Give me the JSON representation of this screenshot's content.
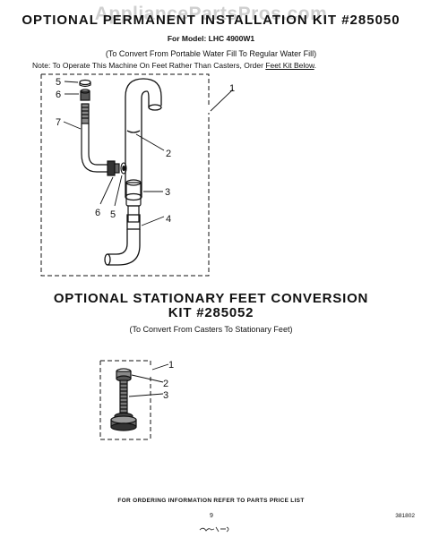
{
  "watermark": "AppliancePartsPros.com",
  "kit1": {
    "title": "OPTIONAL PERMANENT INSTALLATION KIT #285050",
    "model": "For Model: LHC 4900W1",
    "subtitle": "(To Convert From Portable Water Fill To Regular Water Fill)",
    "note_prefix": "Note:   To Operate This Machine On Feet Rather Than Casters, Order ",
    "note_link": "Feet Kit Below",
    "note_suffix": ".",
    "callouts": [
      "1",
      "2",
      "3",
      "4",
      "5",
      "6",
      "7",
      "6",
      "5"
    ]
  },
  "kit2": {
    "title_line1": "OPTIONAL STATIONARY FEET CONVERSION",
    "title_line2": "KIT #285052",
    "subtitle": "(To Convert From Casters To Stationary Feet)",
    "callouts": [
      "1",
      "2",
      "3"
    ]
  },
  "footer": {
    "ordering": "FOR ORDERING INFORMATION REFER TO PARTS PRICE LIST",
    "page_number": "9",
    "doc_number": "381802"
  }
}
